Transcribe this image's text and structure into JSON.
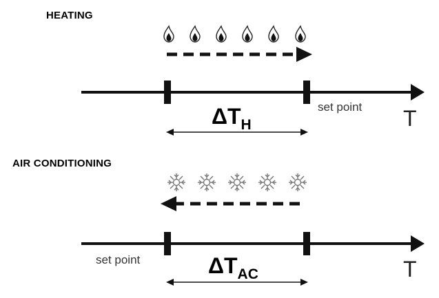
{
  "heating": {
    "title": "HEATING",
    "setpoint_label": "set point",
    "axis_variable": "T",
    "delta_symbol": "ΔT",
    "delta_subscript": "H",
    "icon": "flame-icon",
    "icon_count": 6,
    "arrow_direction": "right"
  },
  "air_conditioning": {
    "title": "AIR CONDITIONING",
    "setpoint_label": "set point",
    "axis_variable": "T",
    "delta_symbol": "ΔT",
    "delta_subscript": "AC",
    "icon": "snowflake-icon",
    "icon_count": 5,
    "arrow_direction": "left"
  }
}
